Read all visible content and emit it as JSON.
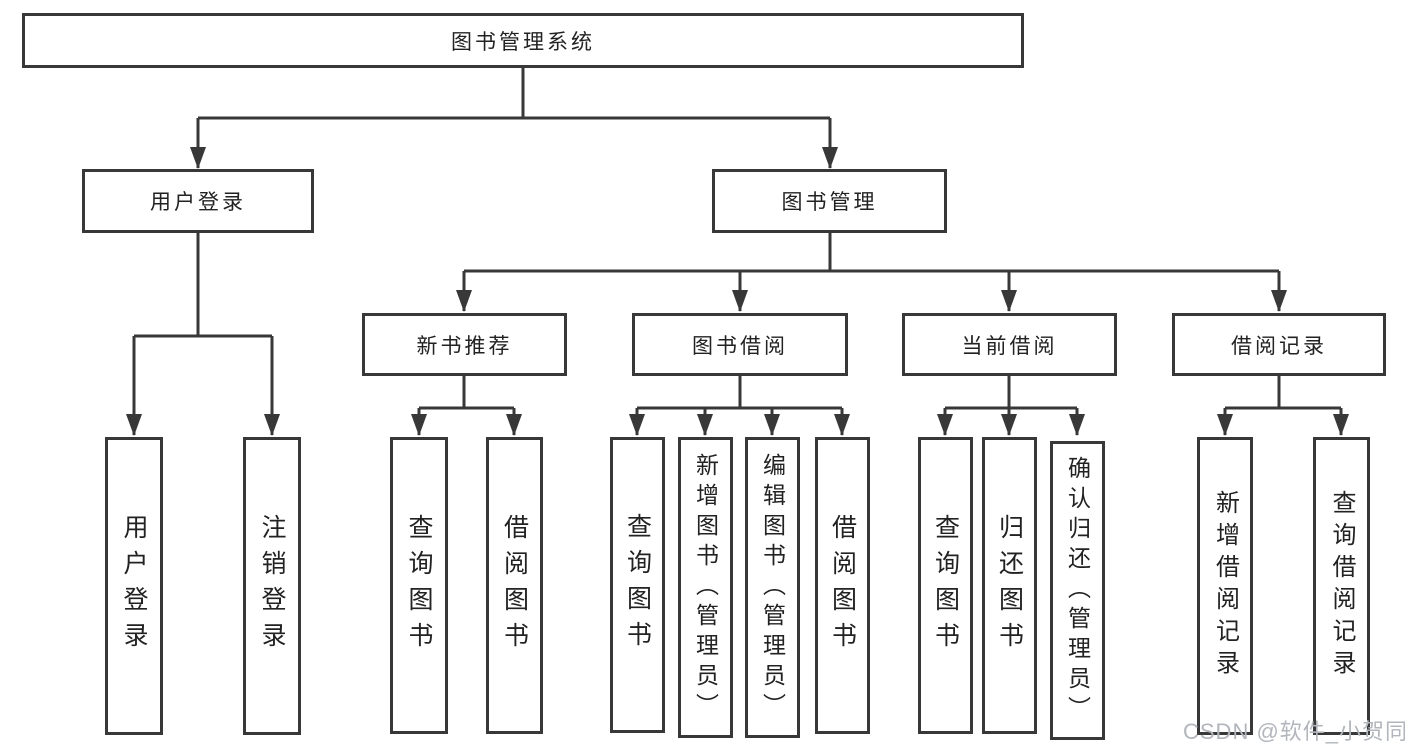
{
  "tree": {
    "label": "图书管理系统",
    "children": [
      {
        "label": "用户登录",
        "children": [
          {
            "label": "用户登录"
          },
          {
            "label": "注销登录"
          }
        ]
      },
      {
        "label": "图书管理",
        "children": [
          {
            "label": "新书推荐",
            "children": [
              {
                "label": "查询图书"
              },
              {
                "label": "借阅图书"
              }
            ]
          },
          {
            "label": "图书借阅",
            "children": [
              {
                "label": "查询图书"
              },
              {
                "label": "新增图书（管理员）"
              },
              {
                "label": "编辑图书（管理员）"
              },
              {
                "label": "借阅图书"
              }
            ]
          },
          {
            "label": "当前借阅",
            "children": [
              {
                "label": "查询图书"
              },
              {
                "label": "归还图书"
              },
              {
                "label": "确认归还（管理员）"
              }
            ]
          },
          {
            "label": "借阅记录",
            "children": [
              {
                "label": "新增借阅记录"
              },
              {
                "label": "查询借阅记录"
              }
            ]
          }
        ]
      }
    ]
  },
  "watermark": "CSDN @软件_小贺同学",
  "colors": {
    "line": "#383838",
    "text": "#222222",
    "watermark": "#b2b6bc",
    "background": "#ffffff"
  }
}
